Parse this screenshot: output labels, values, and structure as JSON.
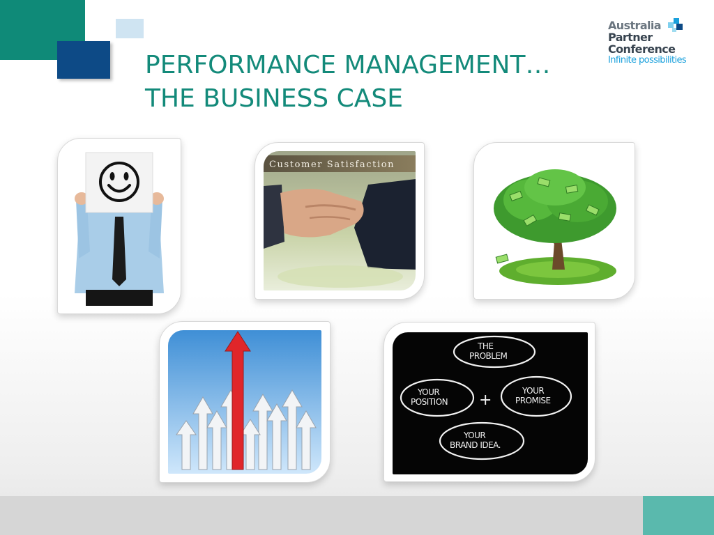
{
  "slide": {
    "title_line1": "PERFORMANCE MANAGEMENT…",
    "title_line2": "THE BUSINESS CASE"
  },
  "logo": {
    "line1": "Australia",
    "line2": "Partner",
    "line3": "Conference",
    "tagline": "Infinite possibilities"
  },
  "images": {
    "customer_satisfaction_caption": "Customer Satisfaction",
    "board_problem": [
      "THE",
      "PROBLEM"
    ],
    "board_position": [
      "YOUR",
      "POSITION"
    ],
    "board_promise": [
      "YOUR",
      "PROMISE"
    ],
    "board_brand": [
      "YOUR",
      "BRAND IDEA."
    ],
    "board_plus": "+"
  },
  "colors": {
    "title": "#138a7a",
    "teal": "#0f8a78",
    "navy": "#0d4a86",
    "light_blue": "#cfe4f2",
    "logo_accent": "#1aa0dc",
    "footer_corner": "#5ab9ad"
  }
}
